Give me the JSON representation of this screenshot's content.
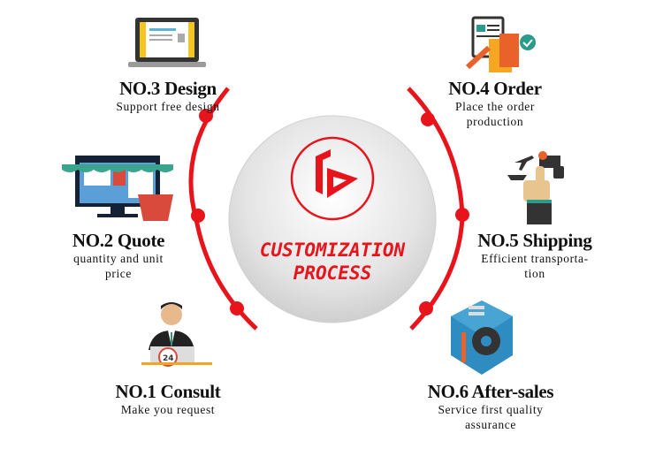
{
  "center": {
    "title_line1": "CUSTOMIZATION",
    "title_line2": "PROCESS",
    "logo": "brand-logo"
  },
  "colors": {
    "accent": "#e8141c",
    "circle": "#e2e2e2",
    "text": "#111111"
  },
  "steps": [
    {
      "title": "NO.1 Consult",
      "subtitle": "Make you request",
      "icon": "customer-service-24h-icon"
    },
    {
      "title": "NO.2 Quote",
      "subtitle": "quantity and unit price",
      "icon": "online-shop-icon"
    },
    {
      "title": "NO.3 Design",
      "subtitle": "Support free design",
      "icon": "laptop-design-icon"
    },
    {
      "title": "NO.4 Order",
      "subtitle": "Place the order production",
      "icon": "order-documents-icon"
    },
    {
      "title": "NO.5 Shipping",
      "subtitle": "Efficient transporta-tion",
      "icon": "shipping-logistics-icon"
    },
    {
      "title": "NO.6 After-sales",
      "subtitle": "Service first quality assurance",
      "icon": "gear-wrench-service-icon"
    }
  ]
}
